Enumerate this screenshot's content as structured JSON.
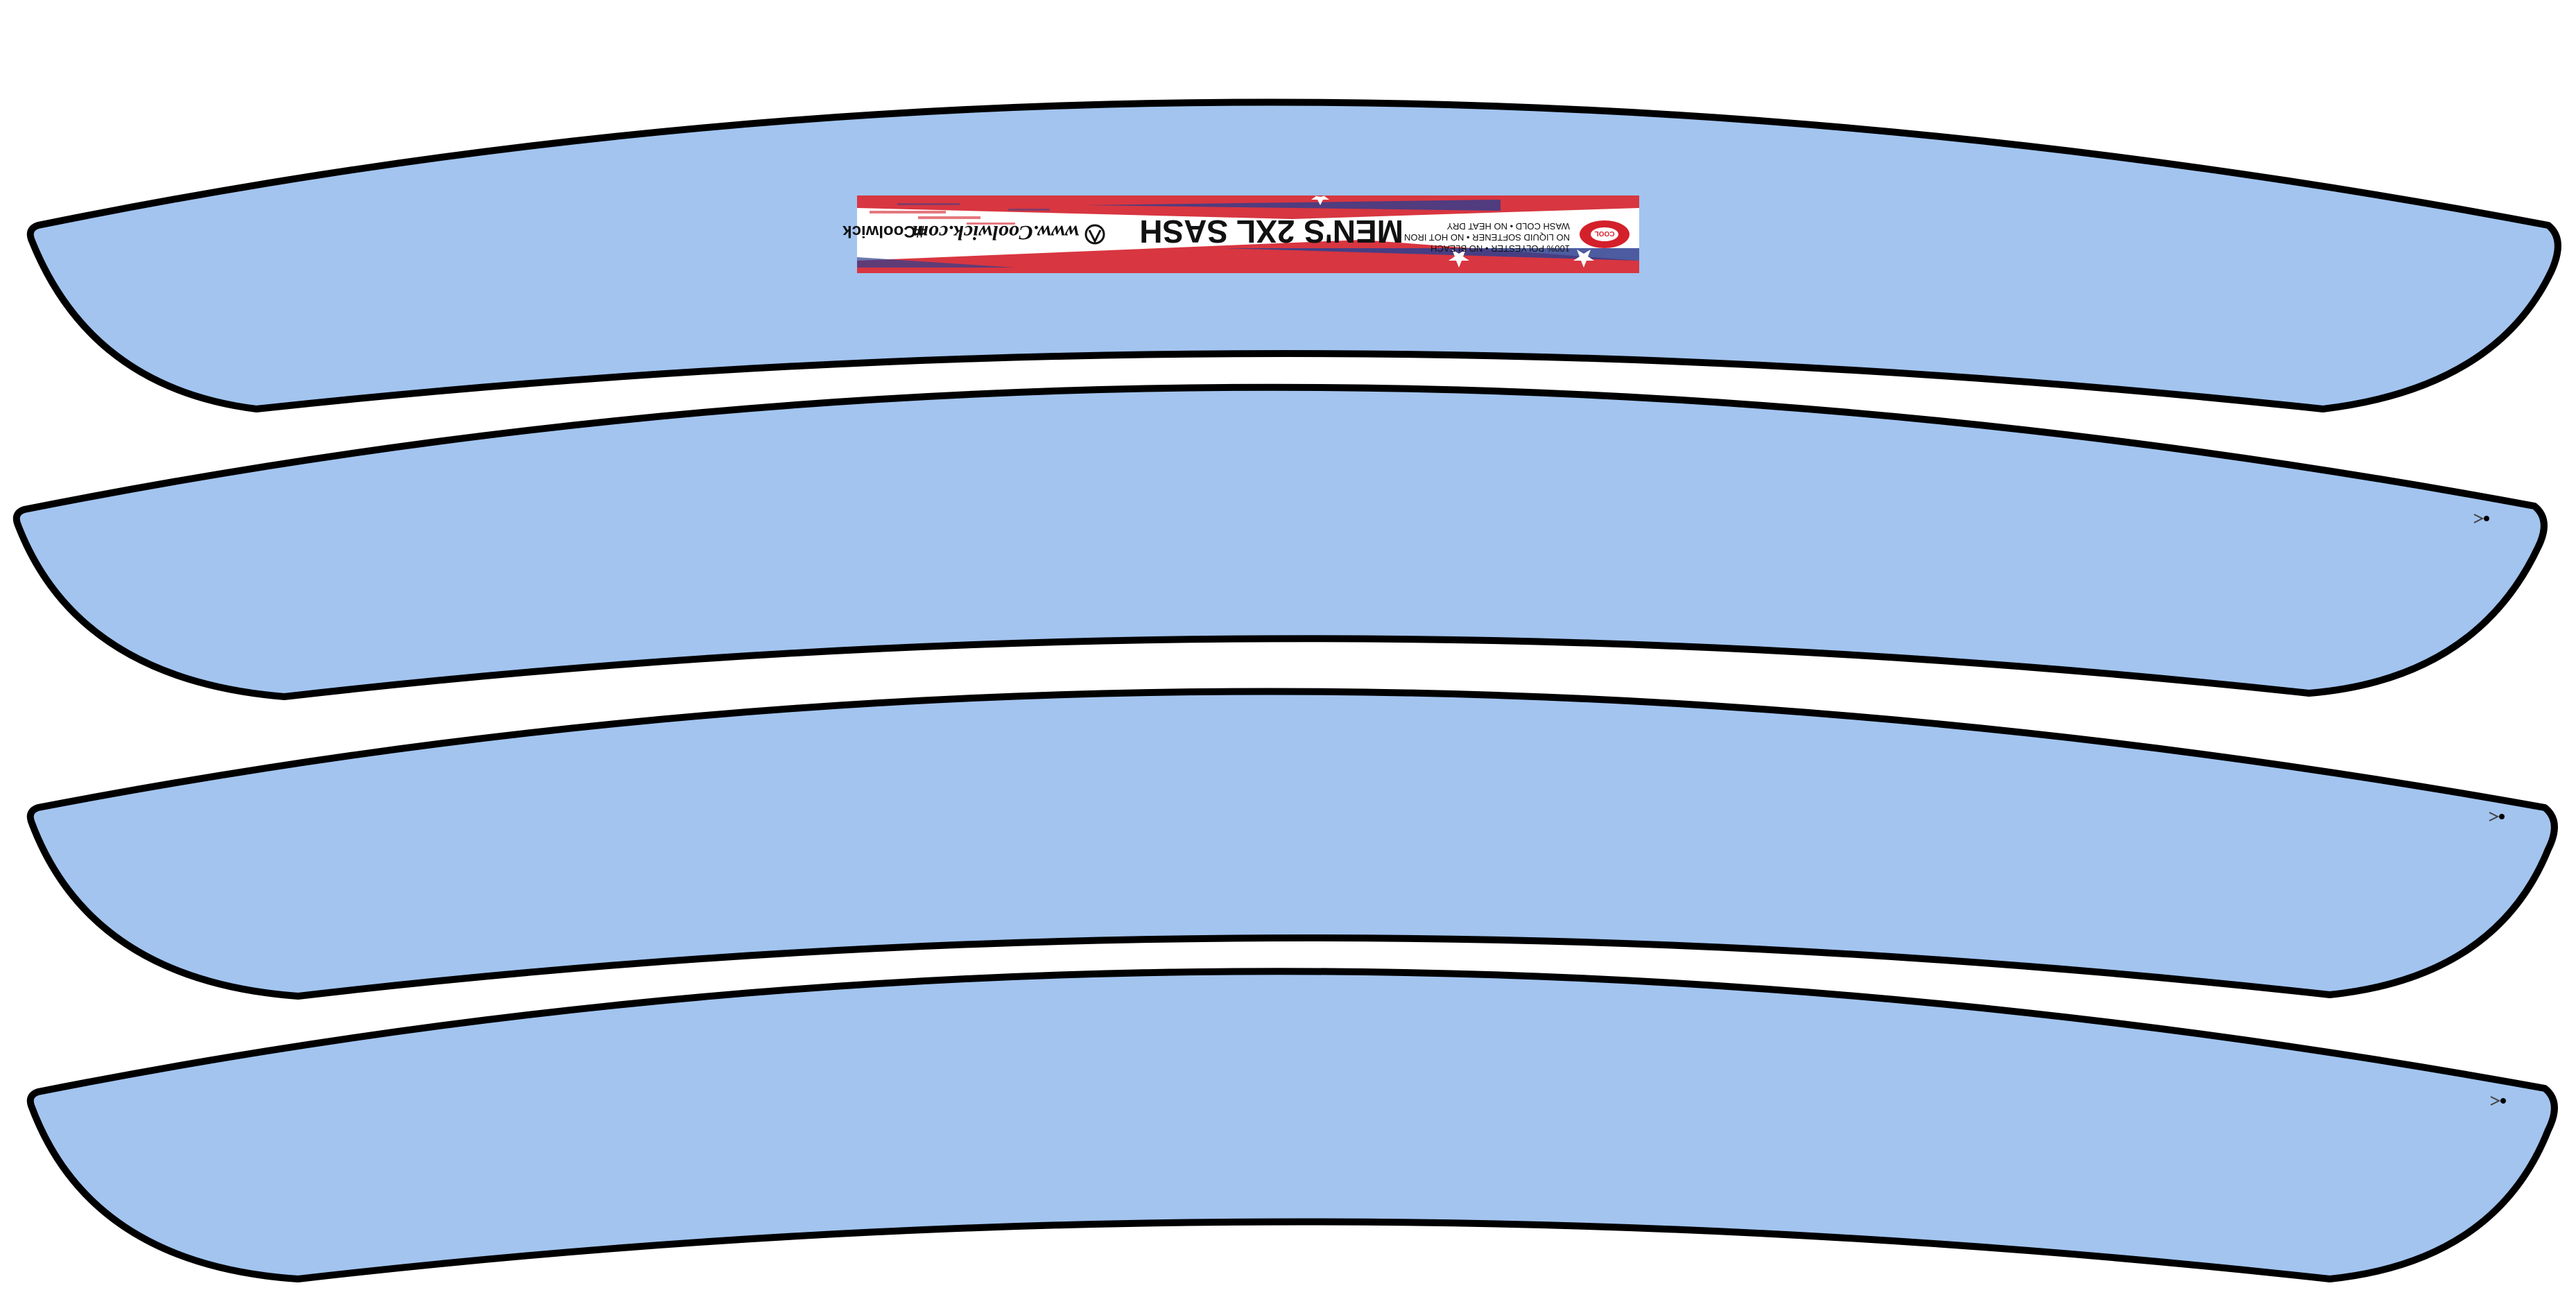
{
  "colors": {
    "panel_fill": "#a2c4ef",
    "panel_stroke": "#000000",
    "flag_red": "#d4202b",
    "flag_blue": "#2e3f8f",
    "label_bg": "#ffffff"
  },
  "panels": [
    {
      "name": "sash-panel-1"
    },
    {
      "name": "sash-panel-2"
    },
    {
      "name": "sash-panel-3"
    },
    {
      "name": "sash-panel-4"
    }
  ],
  "label": {
    "title": "MEN'S 2XL SASH",
    "care_line_1": "100% POLYESTER • NO BLEACH",
    "care_line_2": "NO LIQUID SOFTENER • NO HOT IRON",
    "care_line_3": "WASH COLD • NO HEAT DRY",
    "url": "www.Coolwick.com",
    "hashtag": "#Coolwick",
    "logo_icon": "coolwick-mascot-logo",
    "brand_icon": "coolwick-ribbon-icon"
  },
  "markers": [
    {
      "name": "registration-mark-icon"
    },
    {
      "name": "registration-mark-icon"
    },
    {
      "name": "registration-mark-icon"
    }
  ]
}
